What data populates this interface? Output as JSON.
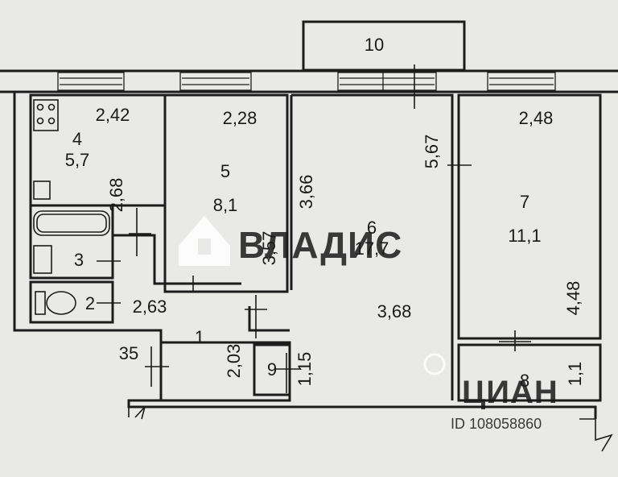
{
  "plan": {
    "balcony": "10",
    "rooms": [
      {
        "num": "4",
        "area": "5,7"
      },
      {
        "num": "5",
        "area": "8,1"
      },
      {
        "num": "6",
        "area": "17,7"
      },
      {
        "num": "7",
        "area": "11,1"
      },
      {
        "num": "3"
      },
      {
        "num": "2"
      },
      {
        "num": "1"
      },
      {
        "num": "9"
      },
      {
        "num": "8"
      }
    ],
    "dims": [
      "2,42",
      "2,68",
      "2,28",
      "3,57",
      "3,66",
      "5,67",
      "3,68",
      "2,48",
      "4,48",
      "1,1",
      "2,63",
      "2,03",
      "1,15",
      "35"
    ]
  },
  "watermark": {
    "brand": "ВЛАДИС",
    "site": "ЦИАН",
    "listing_id": "ID 108058860"
  }
}
